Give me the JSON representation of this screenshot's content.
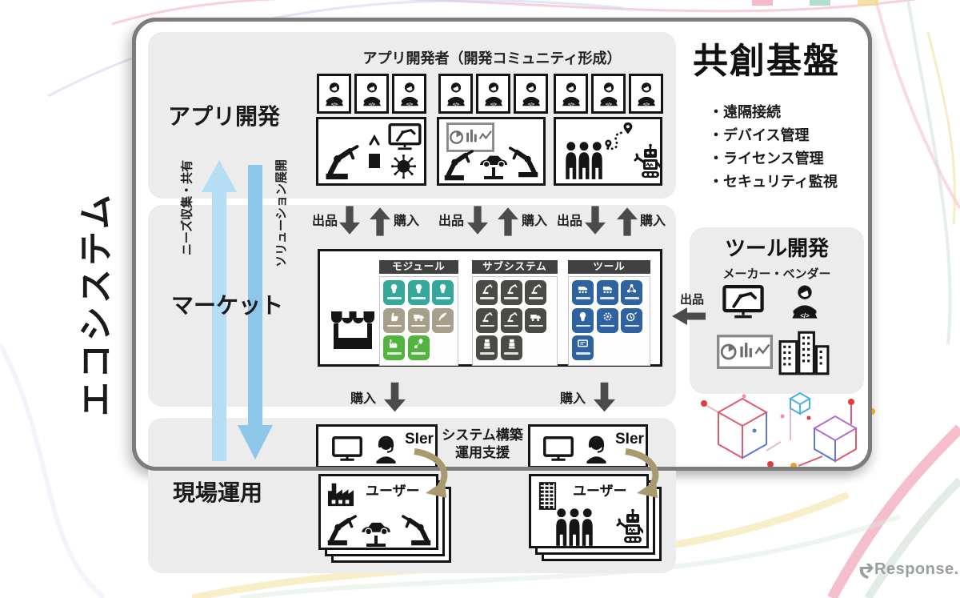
{
  "ecosystem_label": "エコシステム",
  "flows": {
    "needs": "ニーズ収集・共有",
    "solution": "ソリューション展開",
    "list": "出品",
    "buy": "購入"
  },
  "platform": {
    "title": "共創基盤",
    "features": [
      "・遠隔接続",
      "・デバイス管理",
      "・ライセンス管理",
      "・セキュリティ監視"
    ]
  },
  "app_dev": {
    "label": "アプリ開発",
    "community_title": "アプリ開発者（開発コミュニティ形成）",
    "developer_thumbnails": 9,
    "scenes": [
      "robot-arm-gripper-monitor-ai",
      "dashboard-robot-arms-car",
      "people-route-robot"
    ]
  },
  "market": {
    "label": "マーケット",
    "columns": [
      {
        "header": "モジュール",
        "tiles": [
          {
            "c": "#35a79b",
            "i": "head"
          },
          {
            "c": "#35a79b",
            "i": "head"
          },
          {
            "c": "#35a79b",
            "i": "head"
          },
          {
            "c": "#a89f8a",
            "i": "hand"
          },
          {
            "c": "#a89f8a",
            "i": "truck"
          },
          {
            "c": "#a89f8a",
            "i": "feather"
          },
          {
            "c": "#52b43e",
            "i": "factory"
          },
          {
            "c": "#52b43e",
            "i": "route"
          }
        ]
      },
      {
        "header": "サブシステム",
        "tiles": [
          {
            "c": "#4c4a46",
            "i": "arm"
          },
          {
            "c": "#4c4a46",
            "i": "arm"
          },
          {
            "c": "#4c4a46",
            "i": "arm"
          },
          {
            "c": "#4c4a46",
            "i": "arm"
          },
          {
            "c": "#4c4a46",
            "i": "arm"
          },
          {
            "c": "#4c4a46",
            "i": "truck"
          },
          {
            "c": "#4c4a46",
            "i": "robot"
          },
          {
            "c": "#4c4a46",
            "i": "robot"
          }
        ]
      },
      {
        "header": "ツール",
        "tiles": [
          {
            "c": "#2e62a0",
            "i": "conveyor"
          },
          {
            "c": "#2e62a0",
            "i": "conveyor"
          },
          {
            "c": "#2e62a0",
            "i": "triad"
          },
          {
            "c": "#2e62a0",
            "i": "head"
          },
          {
            "c": "#2e62a0",
            "i": "gear"
          },
          {
            "c": "#2e62a0",
            "i": "clock"
          },
          {
            "c": "#2e62a0",
            "i": "screen"
          }
        ]
      }
    ]
  },
  "tool_dev": {
    "title": "ツール開発",
    "subtitle": "メーカー・ベンダー",
    "list": "出品"
  },
  "field_ops": {
    "label": "現場運用",
    "sier": "SIer",
    "user": "ユーザー",
    "support": [
      "システム構築",
      "運用支援"
    ]
  },
  "logo": "Response.",
  "colors": {
    "section_bg": "#ececec",
    "frame_border": "#7c7c7c",
    "arrow_dark": "#4b4b4b",
    "arrow_up_blue": "#b5ddf3",
    "arrow_down_blue": "#8cc7ea",
    "tan_arrow": "#a89a6e",
    "tile_teal": "#35a79b",
    "tile_tan": "#a89f8a",
    "tile_green": "#52b43e",
    "tile_dark": "#4c4a46",
    "tile_blue": "#2e62a0",
    "header_bar": "#414141"
  }
}
